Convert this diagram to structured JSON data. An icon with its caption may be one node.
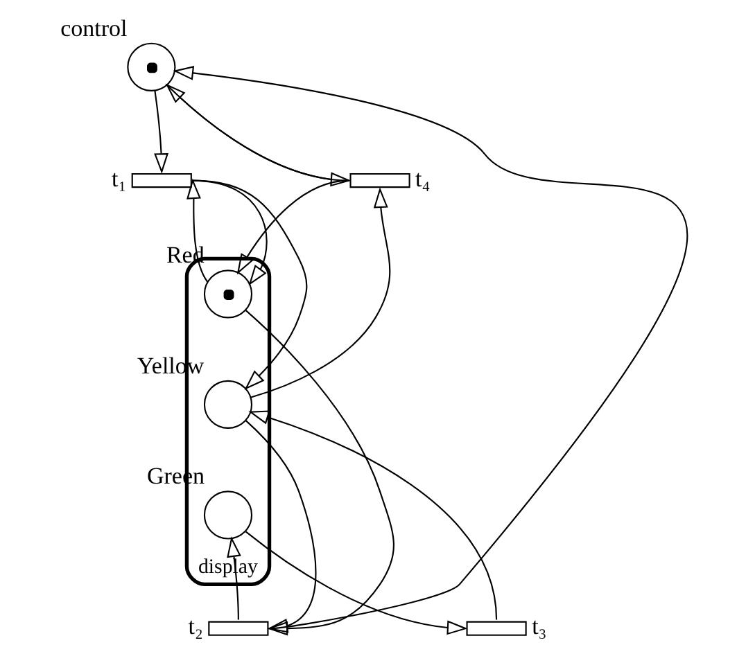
{
  "diagram": {
    "nodes": [
      {
        "text": [],
        "shape": "circle",
        "beside": [
          "control"
        ]
      },
      {
        "text": [],
        "shape": "bar",
        "beside": [
          "t₁"
        ]
      },
      {
        "text": [],
        "shape": "bar",
        "beside": [
          "t₄"
        ]
      },
      {
        "text": [
          "display"
        ]
      },
      {
        "text": [],
        "shape": "circle",
        "beside": [
          "Red"
        ],
        "in": 3
      },
      {
        "text": [],
        "shape": "circle",
        "beside": [
          "Yellow"
        ],
        "in": 3
      },
      {
        "text": [],
        "shape": "circle",
        "beside": [
          "Green"
        ],
        "in": 3
      },
      {
        "text": [],
        "shape": "bar",
        "beside": [
          "t₂"
        ]
      },
      {
        "text": [],
        "shape": "bar",
        "beside": [
          "t₃"
        ]
      }
    ],
    "edges": [
      {
        "from": 7,
        "to": 0,
        "arrow": "to"
      },
      {
        "from": 0,
        "to": 1,
        "arrow": "to"
      },
      {
        "from": 0,
        "to": 2,
        "arrow": "to"
      },
      {
        "from": 2,
        "to": 0,
        "arrow": "to"
      },
      {
        "from": 4,
        "to": 1,
        "arrow": "to"
      },
      {
        "from": 1,
        "to": 4,
        "arrow": "to"
      },
      {
        "from": 1,
        "to": 5,
        "arrow": "to"
      },
      {
        "from": 2,
        "to": 4,
        "arrow": "to"
      },
      {
        "from": 5,
        "to": 2,
        "arrow": "to"
      },
      {
        "from": 4,
        "to": 7,
        "arrow": "to"
      },
      {
        "from": 5,
        "to": 7,
        "arrow": "to"
      },
      {
        "from": 7,
        "to": 6,
        "arrow": "to"
      },
      {
        "from": 6,
        "to": 8,
        "arrow": "to"
      },
      {
        "from": 8,
        "to": 5,
        "arrow": "to"
      }
    ]
  }
}
